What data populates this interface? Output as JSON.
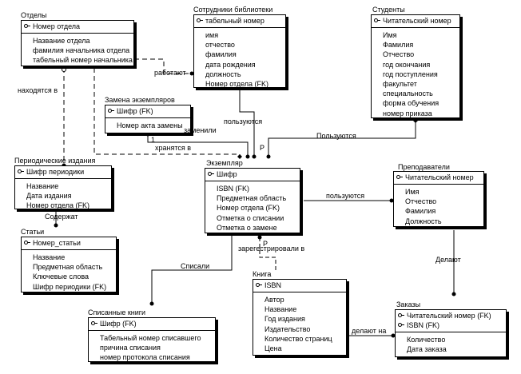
{
  "entities": {
    "otdely": {
      "title": "Отделы",
      "pk": "Номер отдела",
      "attrs": [
        "Название отдела",
        "фамилия начальника отдела",
        "табельный номер начальника"
      ]
    },
    "sotrudniki": {
      "title": "Сотрудники библиотеки",
      "pk": "табельный номер",
      "attrs": [
        "имя",
        "отчество",
        "фамилия",
        "дата рождения",
        "должность",
        "Номер отдела (FK)"
      ]
    },
    "studenty": {
      "title": "Студенты",
      "pk": "Читательский номер",
      "attrs": [
        "Имя",
        "Фамилия",
        "Отчество",
        "год окончания",
        "год поступления",
        "факультет",
        "специальность",
        "форма обучения",
        "номер приказа"
      ]
    },
    "zamena": {
      "title": "Замена экземпляров",
      "pk": "Шифр (FK)",
      "attrs": [
        "Номер акта замены"
      ]
    },
    "periodicheskie": {
      "title": "Периодические издания",
      "pk": "Шифр периодики",
      "attrs": [
        "Название",
        "Дата издания",
        "Номер отдела (FK)"
      ]
    },
    "ekzemplyar": {
      "title": "Экземпляр",
      "pk": "Шифр",
      "attrs": [
        "ISBN (FK)",
        "Предметная область",
        "Номер отдела (FK)",
        "Отметка о списании",
        "Отметка о замене"
      ]
    },
    "prepodavateli": {
      "title": "Преподаватели",
      "pk": "Читательский номер",
      "attrs": [
        "Имя",
        "Отчество",
        "Фамилия",
        "Должность"
      ]
    },
    "stati": {
      "title": "Статьи",
      "pk": "Номер_статьи",
      "attrs": [
        "Название",
        "Предметная область",
        "Ключевые слова",
        "Шифр периодики (FK)"
      ]
    },
    "kniga": {
      "title": "Книга",
      "pk": "ISBN",
      "attrs": [
        "Автор",
        "Название",
        "Год издания",
        "Издательство",
        "Количество страниц",
        "Цена"
      ]
    },
    "spisannye": {
      "title": "Списанные книги",
      "pk": "Шифр (FK)",
      "attrs": [
        "Табельный номер списавшего",
        "причина списания",
        "номер протокола списания"
      ]
    },
    "zakazy": {
      "title": "Заказы",
      "pk": "Читательский номер (FK)",
      "pk2": "ISBN (FK)",
      "attrs": [
        "Количество",
        "Дата заказа"
      ]
    }
  },
  "relations": {
    "rabotayut": "работают",
    "nakhodyatsya": "находятся в",
    "polzuyutsya_sotr": "пользуются",
    "polzuyutsya_stud": "Пользуются",
    "zamenili": "заменили",
    "khranyatsya": "хранятся в",
    "soderzhat": "Содержат",
    "polzuyutsya_prep": "пользуются",
    "spisali": "Списали",
    "zaregistrirovali": "зарегестрировали в",
    "delayut": "Делают",
    "delayut_na": "делают на",
    "card_p1": "P",
    "card_p2": "P",
    "card_1": "1"
  }
}
